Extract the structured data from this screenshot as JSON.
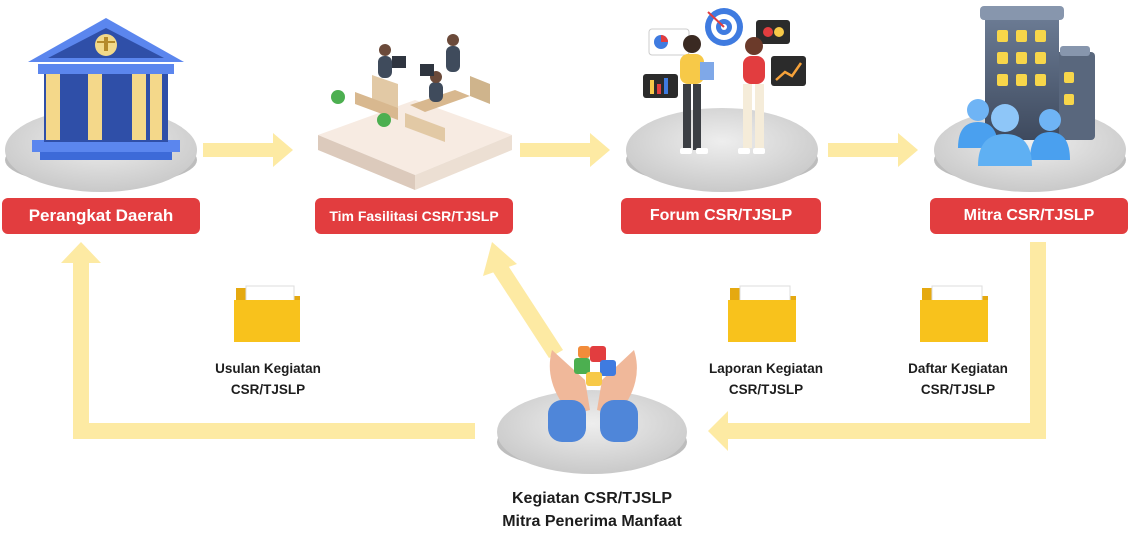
{
  "nodes": {
    "perangkat_daerah": "Perangkat Daerah",
    "tim_fasilitasi": "Tim Fasilitasi CSR/TJSLP",
    "forum": "Forum CSR/TJSLP",
    "mitra": "Mitra CSR/TJSLP"
  },
  "documents": {
    "usulan": [
      "Usulan Kegiatan",
      "CSR/TJSLP"
    ],
    "laporan": [
      "Laporan Kegiatan",
      "CSR/TJSLP"
    ],
    "daftar": [
      "Daftar Kegiatan",
      "CSR/TJSLP"
    ]
  },
  "center": [
    "Kegiatan CSR/TJSLP",
    "Mitra Penerima Manfaat"
  ],
  "colors": {
    "label_red": "#e23d3f",
    "arrow_yellow": "#fdeaa3",
    "platform_grey": "#d9d9d9",
    "folder_yellow": "#f8c21c"
  },
  "icons": [
    "government-building-icon",
    "office-desk-icon",
    "forum-people-icon",
    "company-building-icon",
    "folder-icon",
    "puzzle-hands-icon"
  ]
}
